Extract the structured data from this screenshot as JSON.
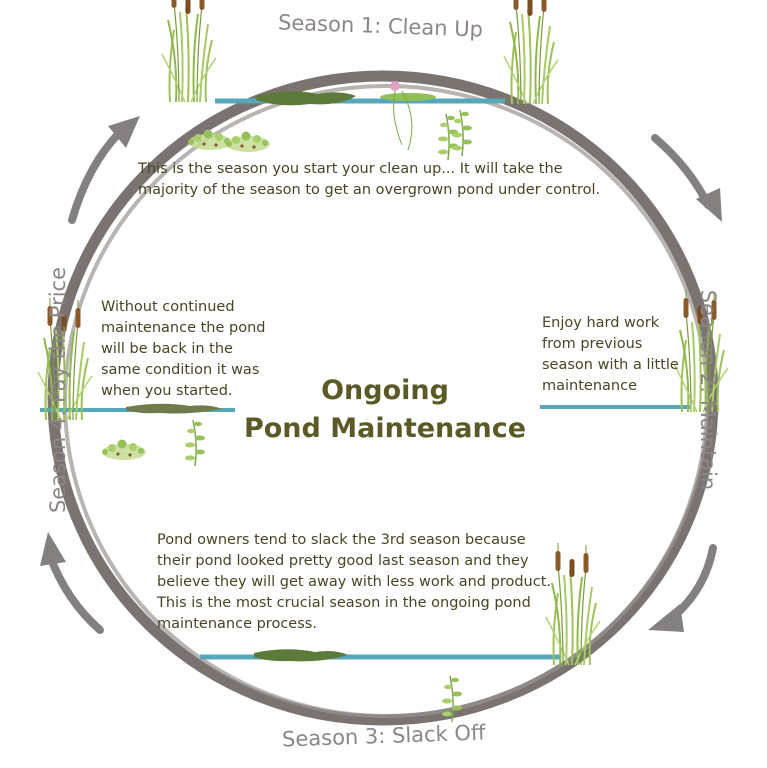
{
  "diagram": {
    "title_line1": "Ongoing",
    "title_line2": "Pond Maintenance",
    "colors": {
      "ring": "#7a7370",
      "arrow": "#858080",
      "label": "#8c8684",
      "text": "#4a4424",
      "title": "#5b5a27",
      "water": "#56a7b8",
      "algae": "#5d7a3a",
      "reed": "#9cc25a",
      "cattail": "#8a5a2b"
    },
    "seasons": [
      {
        "label": "Season 1: Clean Up",
        "text": "This is the season you start your clean up... It will take the majority of the season to get an overgrown pond under control."
      },
      {
        "label": "Season 2: Maintain",
        "text": "Enjoy hard work from previous season with a little maintenance"
      },
      {
        "label": "Season 3: Slack Off",
        "text": "Pond owners tend to slack the 3rd season because their pond looked pretty good last season and they believe they will get away with less work and product. This is the most crucial season in the ongoing pond maintenance process."
      },
      {
        "label": "Season 4: Pay the Price",
        "text": "Without continued maintenance the pond will be back in the same condition it was when you started."
      }
    ]
  }
}
